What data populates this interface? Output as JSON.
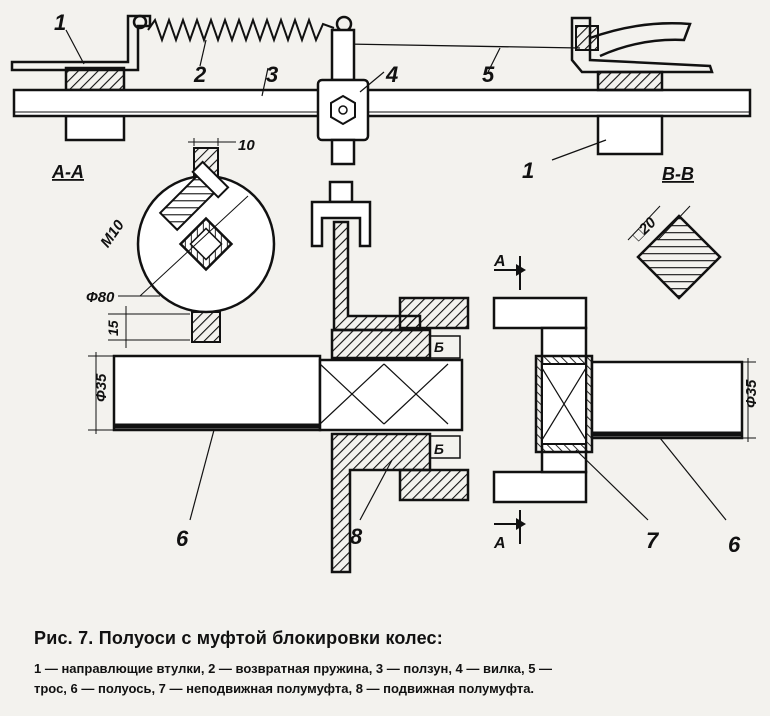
{
  "figure": {
    "title": "Рис. 7. Полуоси с муфтой блокировки колес:",
    "legend_line1": "1 — направлющие втулки, 2 — возвратная пружина, 3 — ползун, 4 — вилка, 5 —",
    "legend_line2": "трос, 6 — полуось, 7 — неподвижная полумуфта, 8 — подвижная полумуфта."
  },
  "callouts": {
    "n1_left": "1",
    "n2": "2",
    "n3": "3",
    "n4": "4",
    "n5": "5",
    "n1_right": "1",
    "n6_left": "6",
    "n8": "8",
    "n7": "7",
    "n6_right": "6"
  },
  "sections": {
    "aa": "А-А",
    "bb": "В-В",
    "a_top": "А",
    "a_bottom": "А",
    "b_top": "Б",
    "b_bottom": "Б"
  },
  "dimensions": {
    "d10": "10",
    "m10": "М10",
    "phi80": "Ф80",
    "d15": "15",
    "phi35_left": "Ф35",
    "phi35_right": "Ф35",
    "sq20": "□20"
  },
  "colors": {
    "ink": "#111111",
    "paper": "#f3f2ee"
  }
}
